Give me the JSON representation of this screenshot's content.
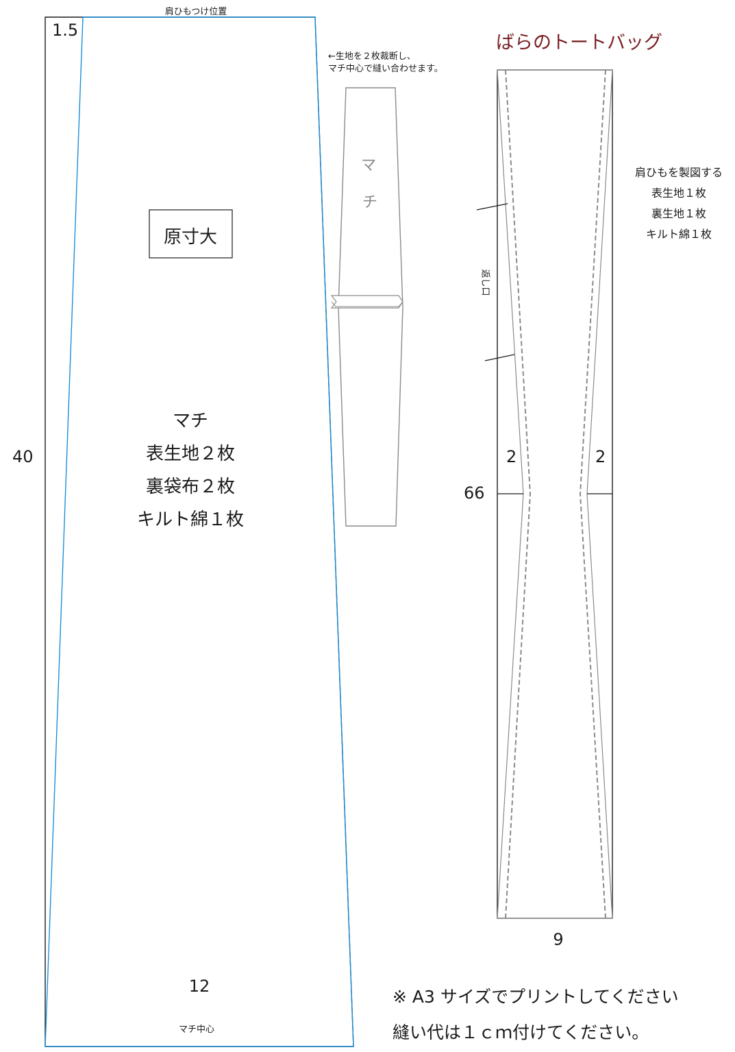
{
  "page": {
    "title": "ばらのトートバッグ",
    "title_color": "#7a1f24",
    "outline_color": "#1a1a1a",
    "blue_line_color": "#1a8fd8",
    "grey_line_color": "#8a8a8a"
  },
  "gusset": {
    "top_label": "肩ひもつけ位置",
    "corner_value": "1.5",
    "height_value": "40",
    "bottom_width_value": "12",
    "bottom_label": "マチ中心",
    "badge": "原寸大",
    "info": [
      "マチ",
      "表生地２枚",
      "裏袋布２枚",
      "キルト綿１枚"
    ]
  },
  "small_piece": {
    "note": [
      "←生地を２枚裁断し、",
      "マチ中心で縫い合わせます。"
    ],
    "label_chars": [
      "マ",
      "チ"
    ]
  },
  "strap": {
    "opening_label": "返し口",
    "length_value": "66",
    "side_value_left": "2",
    "side_value_right": "2",
    "width_value": "9",
    "info": [
      "肩ひもを製図する",
      "表生地１枚",
      "裏生地１枚",
      "キルト綿１枚"
    ]
  },
  "footer": {
    "lines": [
      "※ A3 サイズでプリントしてください",
      "縫い代は１ｃｍ付けてください。"
    ]
  }
}
